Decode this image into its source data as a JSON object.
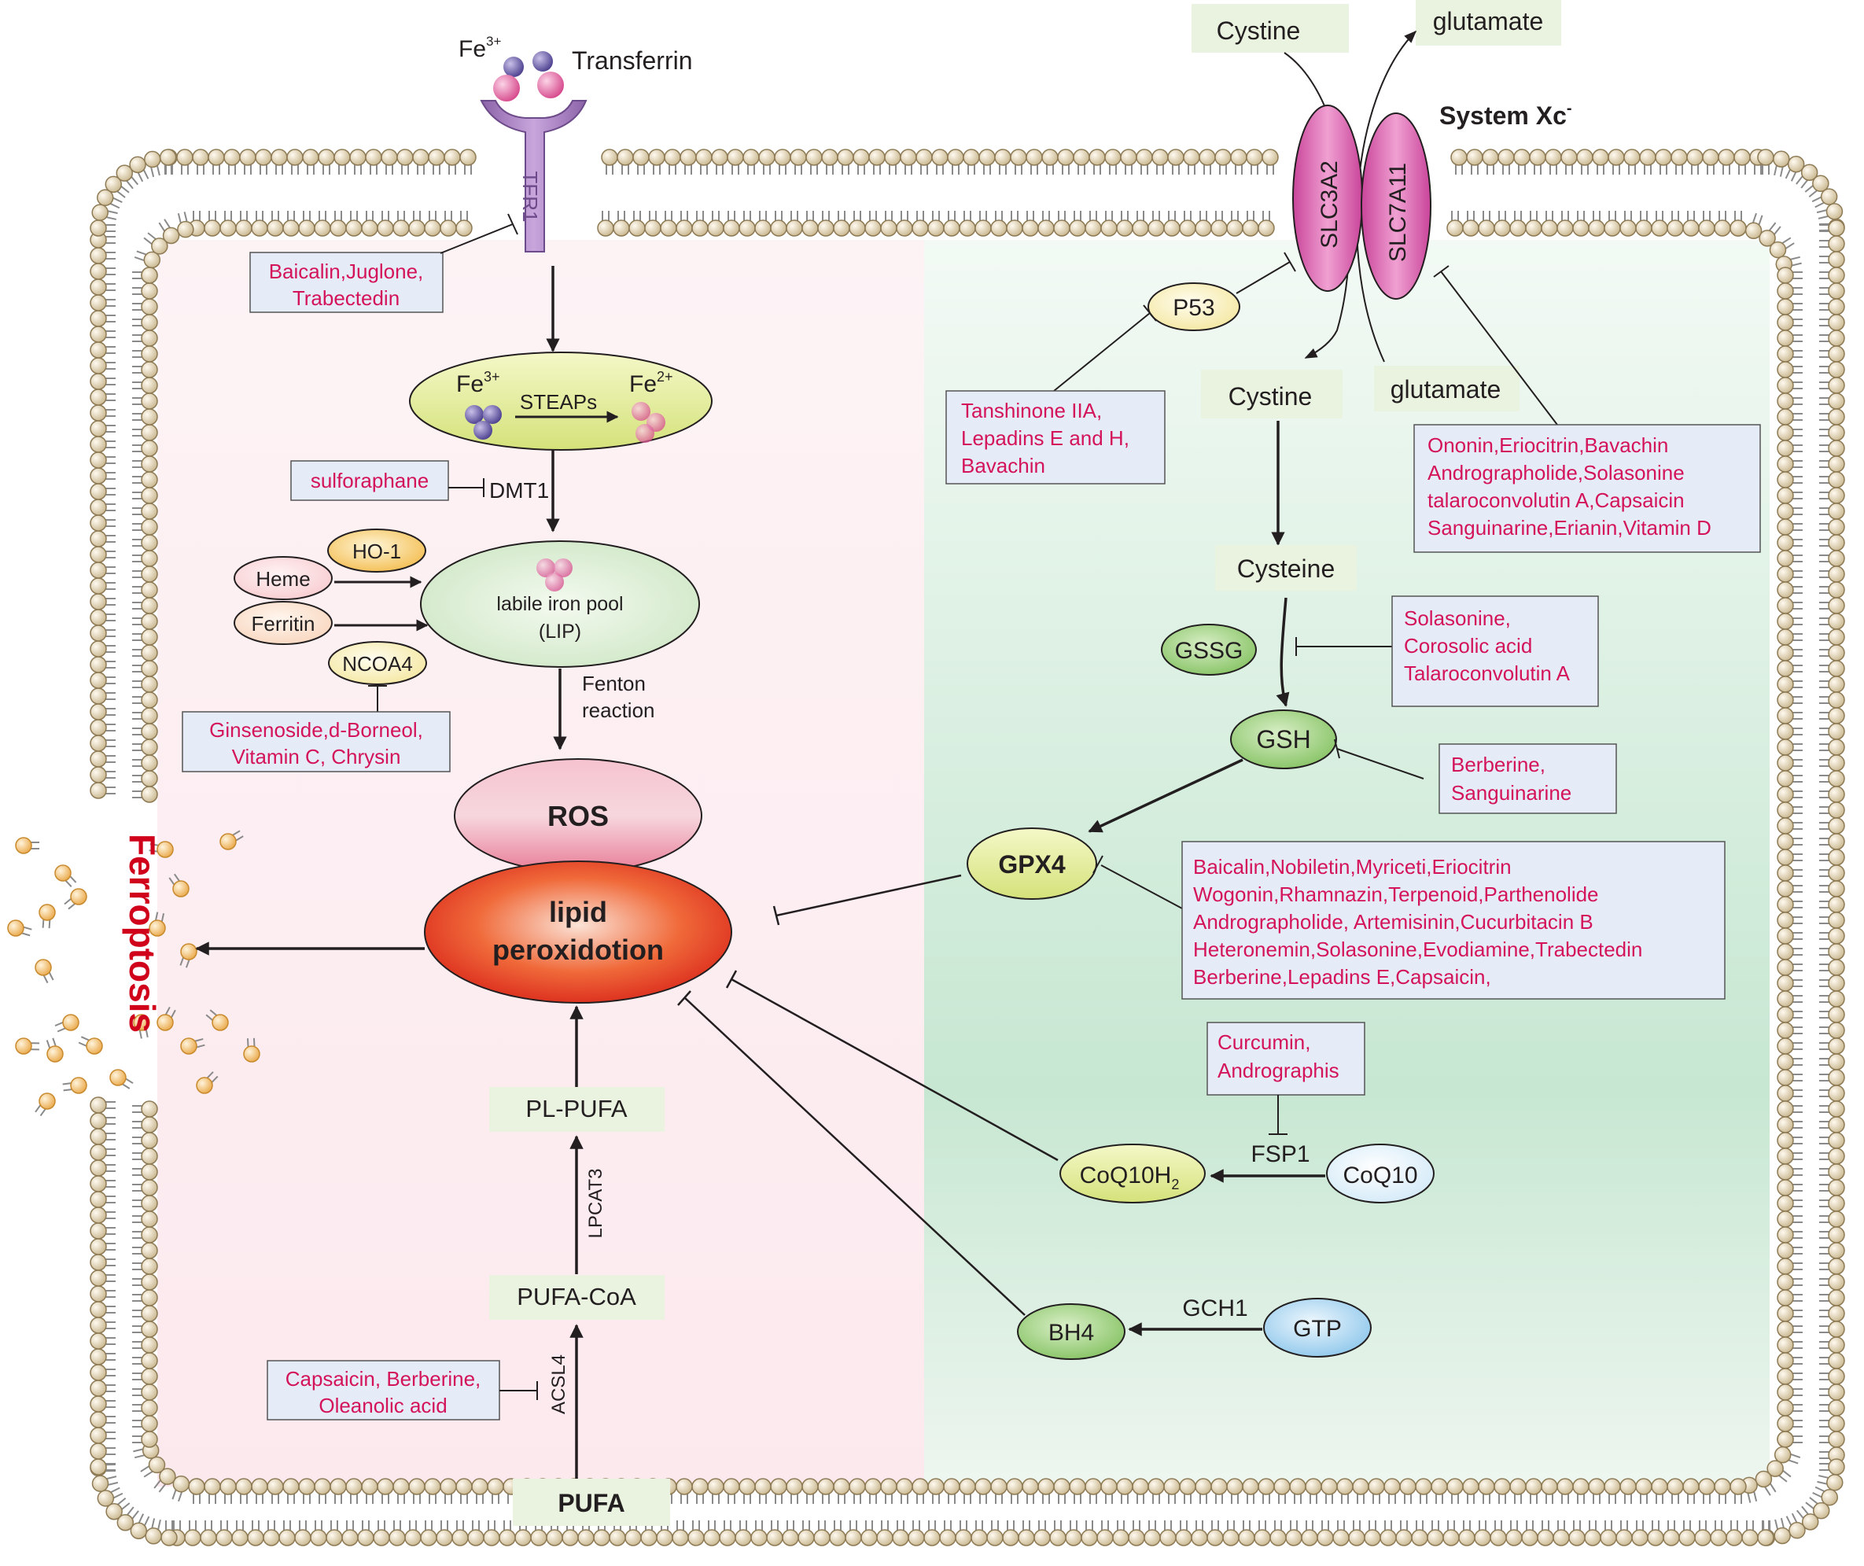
{
  "extracellular": {
    "fe3": "Fe",
    "fe3_sup": "3+",
    "transferrin": "Transferrin",
    "cystine_top": "Cystine",
    "glutamate_top": "glutamate",
    "system_xc": "System Xc",
    "system_xc_sup": "-"
  },
  "receptors": {
    "tfr1": "TFR1",
    "slc3a2": "SLC3A2",
    "slc7a11": "SLC7A11"
  },
  "iron_pathway": {
    "inhibitors_tfr1": [
      "Baicalin,Juglone,",
      "Trabectedin"
    ],
    "steap_fe3": "Fe",
    "steap_fe3_sup": "3+",
    "steaps": "STEAPs",
    "steap_fe2": "Fe",
    "steap_fe2_sup": "2+",
    "sulforaphane": "sulforaphane",
    "dmt1": "DMT1",
    "heme": "Heme",
    "ho1": "HO-1",
    "ferritin": "Ferritin",
    "ncoa4": "NCOA4",
    "lip_line1": "labile iron pool",
    "lip_line2": "(LIP)",
    "fenton_line1": "Fenton",
    "fenton_line2": "reaction",
    "inhibitors_ncoa4": [
      "Ginsenoside,d-Borneol,",
      "Vitamin C, Chrysin"
    ]
  },
  "core": {
    "ros": "ROS",
    "lipid_line1": "lipid",
    "lipid_line2": "peroxidotion",
    "ferroptosis": "Ferroptosis"
  },
  "lipid_pathway": {
    "pl_pufa": "PL-PUFA",
    "lpcat3": "LPCAT3",
    "pufa_coa": "PUFA-CoA",
    "acsl4": "ACSL4",
    "pufa": "PUFA",
    "inhibitors_acsl4": [
      "Capsaicin, Berberine,",
      "Oleanolic acid"
    ]
  },
  "gsh_pathway": {
    "p53": "P53",
    "inhibitors_p53": [
      "Tanshinone IIA,",
      "Lepadins E and H,",
      "Bavachin"
    ],
    "cystine_in": "Cystine",
    "glutamate_in": "glutamate",
    "inhibitors_slc7a11": [
      "Ononin,Eriocitrin,Bavachin",
      "Andrographolide,Solasonine",
      "talaroconvolutin A,Capsaicin",
      "Sanguinarine,Erianin,Vitamin D"
    ],
    "cysteine": "Cysteine",
    "gssg": "GSSG",
    "inhibitors_gssg": [
      "Solasonine,",
      "Corosolic acid",
      "Talaroconvolutin A"
    ],
    "gsh": "GSH",
    "inhibitors_gsh": [
      "Berberine,",
      "Sanguinarine"
    ],
    "gpx4": "GPX4",
    "inhibitors_gpx4": [
      "Baicalin,Nobiletin,Myriceti,Eriocitrin",
      "Wogonin,Rhamnazin,Terpenoid,Parthenolide",
      "Andrographolide, Artemisinin,Cucurbitacin B",
      "Heteronemin,Solasonine,Evodiamine,Trabectedin",
      "Berberine,Lepadins E,Capsaicin,"
    ]
  },
  "coq_pathway": {
    "inhibitors_fsp1": [
      "Curcumin,",
      "Andrographis"
    ],
    "fsp1": "FSP1",
    "coq10h2": "CoQ10H",
    "coq10h2_sub": "2",
    "coq10": "CoQ10",
    "bh4": "BH4",
    "gch1": "GCH1",
    "gtp": "GTP"
  },
  "colors": {
    "drug_text": "#d4145a",
    "label_box_fill": "#eaf2e0",
    "drug_box_fill": "#e6ecf7",
    "ferroptosis": "#d0021b"
  }
}
